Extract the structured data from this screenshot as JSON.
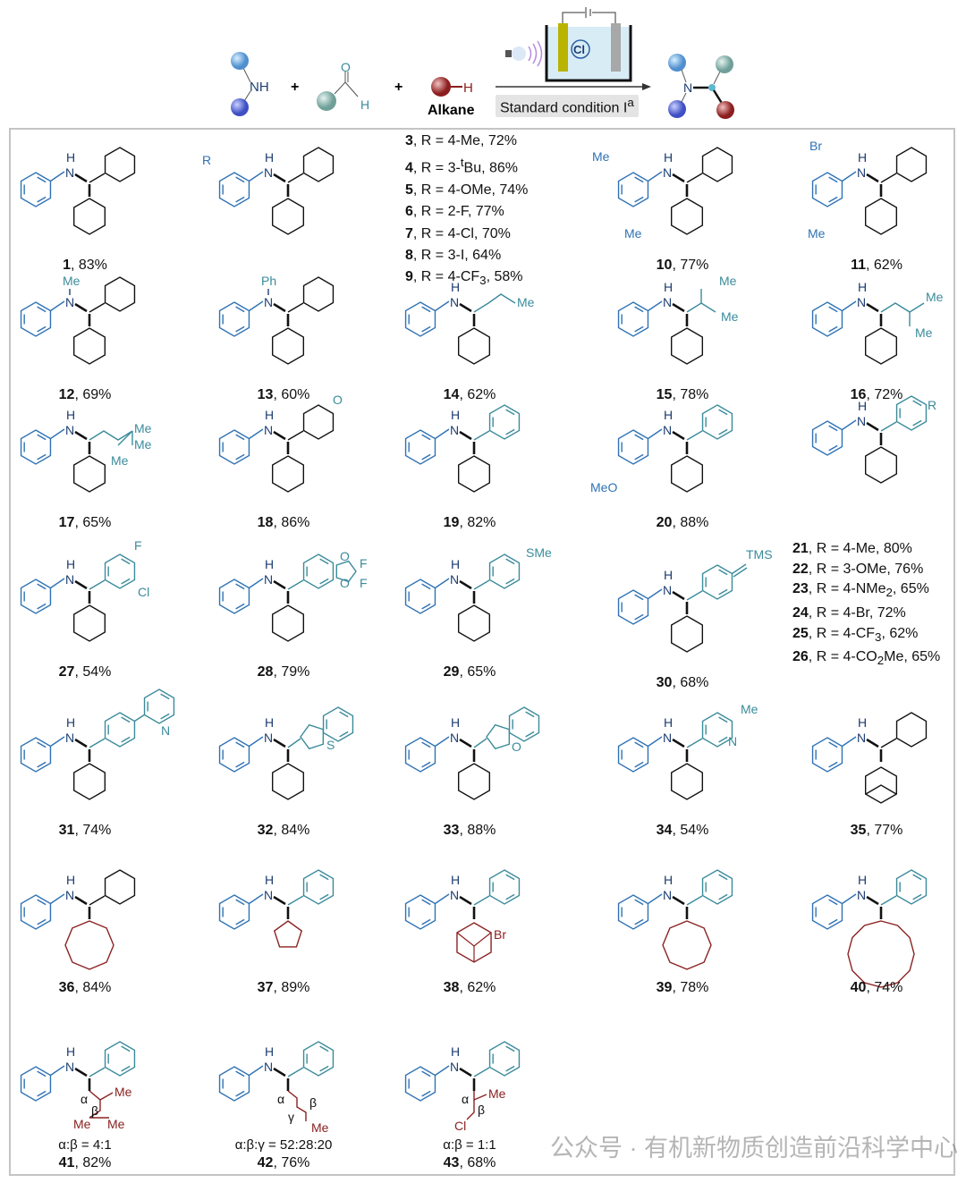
{
  "header": {
    "reagent1": "NH",
    "reagent2_o": "O",
    "reagent2_h": "H",
    "reagent3_h": "H",
    "alkane_label": "Alkane",
    "plus": "+",
    "catalyst": "Cl",
    "product_n": "N",
    "condition": "Standard condition I",
    "condition_sup": "a",
    "colors": {
      "amine": "#3f4fc4",
      "aldehyde": "#79aaa4",
      "alkane": "#8b1e1e",
      "cell_fill": "#d8ecf6",
      "anode": "#b8b400",
      "cathode": "#a8a8a8"
    }
  },
  "colors": {
    "phenyl": "#2f72b4",
    "nitrogen": "#1d3d70",
    "aryl": "#3b8b9b",
    "ring": "#111111",
    "red": "#8b2121",
    "dot": "#5cb8cf"
  },
  "compounds": [
    {
      "num": "1",
      "yld": ", 83%",
      "top": "cy",
      "bot": "6",
      "botColor": "#111111",
      "nsub": "H",
      "labels": []
    },
    {
      "num": "",
      "yld": "",
      "top": "cy",
      "bot": "6",
      "botColor": "#111111",
      "nsub": "H",
      "labels": [
        "R"
      ]
    },
    {
      "num": "10",
      "yld": ", 77%",
      "top": "cy",
      "bot": "6",
      "botColor": "#111111",
      "nsub": "H",
      "labels": [
        "Me",
        "Me"
      ]
    },
    {
      "num": "11",
      "yld": ", 62%",
      "top": "cy",
      "bot": "6",
      "botColor": "#111111",
      "nsub": "H",
      "labels": [
        "Br",
        "Me"
      ]
    },
    {
      "num": "12",
      "yld": ", 69%",
      "top": "cy",
      "bot": "6",
      "botColor": "#111111",
      "nsub": "Me",
      "labels": []
    },
    {
      "num": "13",
      "yld": ", 60%",
      "top": "cy",
      "bot": "6",
      "botColor": "#111111",
      "nsub": "Ph",
      "labels": []
    },
    {
      "num": "14",
      "yld": ", 62%",
      "top": "chain",
      "bot": "6",
      "botColor": "#111111",
      "nsub": "H",
      "labels": [
        "Me"
      ]
    },
    {
      "num": "15",
      "yld": ", 78%",
      "top": "chain",
      "bot": "6",
      "botColor": "#111111",
      "nsub": "H",
      "labels": [
        "Me",
        "Me"
      ]
    },
    {
      "num": "16",
      "yld": ", 72%",
      "top": "chain",
      "bot": "6",
      "botColor": "#111111",
      "nsub": "H",
      "labels": [
        "Me",
        "Me"
      ]
    },
    {
      "num": "17",
      "yld": ", 65%",
      "top": "chain",
      "bot": "6",
      "botColor": "#111111",
      "nsub": "H",
      "labels": [
        "Me",
        "Me",
        "Me"
      ]
    },
    {
      "num": "18",
      "yld": ", 86%",
      "top": "thp",
      "bot": "6",
      "botColor": "#111111",
      "nsub": "H",
      "labels": [
        "O"
      ]
    },
    {
      "num": "19",
      "yld": ", 82%",
      "top": "ph",
      "bot": "6",
      "botColor": "#111111",
      "nsub": "H",
      "labels": []
    },
    {
      "num": "20",
      "yld": ", 88%",
      "top": "ph",
      "bot": "6",
      "botColor": "#111111",
      "nsub": "H",
      "labels": [
        "MeO"
      ]
    },
    {
      "num": "",
      "yld": "",
      "top": "ph",
      "bot": "6",
      "botColor": "#111111",
      "nsub": "H",
      "labels": [
        "R"
      ]
    },
    {
      "num": "27",
      "yld": ", 54%",
      "top": "ph",
      "bot": "6",
      "botColor": "#111111",
      "nsub": "H",
      "labels": [
        "F",
        "Cl"
      ]
    },
    {
      "num": "28",
      "yld": ", 79%",
      "top": "dioxole",
      "bot": "6",
      "botColor": "#111111",
      "nsub": "H",
      "labels": [
        "O",
        "O",
        "F",
        "F"
      ]
    },
    {
      "num": "29",
      "yld": ", 65%",
      "top": "ph",
      "bot": "6",
      "botColor": "#111111",
      "nsub": "H",
      "labels": [
        "SMe"
      ]
    },
    {
      "num": "30",
      "yld": ", 68%",
      "top": "alkyne",
      "bot": "6",
      "botColor": "#111111",
      "nsub": "H",
      "labels": [
        "TMS"
      ]
    },
    {
      "num": "31",
      "yld": ", 74%",
      "top": "biaryl",
      "bot": "6",
      "botColor": "#111111",
      "nsub": "H",
      "labels": [
        "N"
      ]
    },
    {
      "num": "32",
      "yld": ", 84%",
      "top": "fused",
      "bot": "6",
      "botColor": "#111111",
      "nsub": "H",
      "labels": [
        "S"
      ]
    },
    {
      "num": "33",
      "yld": ", 88%",
      "top": "fused",
      "bot": "6",
      "botColor": "#111111",
      "nsub": "H",
      "labels": [
        "O"
      ]
    },
    {
      "num": "34",
      "yld": ", 54%",
      "top": "ph",
      "bot": "6",
      "botColor": "#111111",
      "nsub": "H",
      "labels": [
        "N",
        "Me"
      ]
    },
    {
      "num": "35",
      "yld": ", 77%",
      "top": "cy",
      "bot": "norbornane",
      "botColor": "#111111",
      "nsub": "H",
      "labels": []
    },
    {
      "num": "36",
      "yld": ", 84%",
      "top": "cy",
      "bot": "8",
      "botColor": "#8b2121",
      "nsub": "H",
      "labels": []
    },
    {
      "num": "37",
      "yld": ", 89%",
      "top": "ph",
      "bot": "5",
      "botColor": "#8b2121",
      "nsub": "H",
      "labels": []
    },
    {
      "num": "38",
      "yld": ", 62%",
      "top": "ph",
      "bot": "adamantane",
      "botColor": "#8b2121",
      "nsub": "H",
      "labels": [
        "Br"
      ]
    },
    {
      "num": "39",
      "yld": ", 78%",
      "top": "ph",
      "bot": "8",
      "botColor": "#8b2121",
      "nsub": "H",
      "labels": []
    },
    {
      "num": "40",
      "yld": ", 74%",
      "top": "ph",
      "bot": "12",
      "botColor": "#8b2121",
      "nsub": "H",
      "labels": []
    },
    {
      "num": "41",
      "yld": ", 82%",
      "top": "ph",
      "bot": "chain41",
      "botColor": "#8b2121",
      "nsub": "H",
      "labels": [
        "α",
        "β",
        "Me",
        "Me",
        "Me"
      ],
      "ratio": "α:β = 4:1"
    },
    {
      "num": "42",
      "yld": ", 76%",
      "top": "ph",
      "bot": "chain42",
      "botColor": "#8b2121",
      "nsub": "H",
      "labels": [
        "α",
        "β",
        "γ",
        "Me"
      ],
      "ratio": "α:β:γ = 52:28:20"
    },
    {
      "num": "43",
      "yld": ", 68%",
      "top": "ph",
      "bot": "chain43",
      "botColor": "#8b2121",
      "nsub": "H",
      "labels": [
        "α",
        "β",
        "Me",
        "Cl"
      ],
      "ratio": "α:β = 1:1"
    }
  ],
  "list_a": [
    {
      "num": "3",
      "a": ", R = 4-Me, 72%",
      "s": "",
      "b": ""
    },
    {
      "num": "4",
      "a": ", R = 3-",
      "sup": "t",
      "b": "Bu, 86%"
    },
    {
      "num": "5",
      "a": ", R = 4-OMe, 74%",
      "b": ""
    },
    {
      "num": "6",
      "a": ", R = 2-F, 77%",
      "b": ""
    },
    {
      "num": "7",
      "a": ", R = 4-Cl, 70%",
      "b": ""
    },
    {
      "num": "8",
      "a": ", R = 3-I, 64%",
      "b": ""
    },
    {
      "num": "9",
      "a": ", R = 4-CF",
      "sub": "3",
      "b": ", 58%"
    }
  ],
  "list_b": [
    {
      "num": "21",
      "a": ", R = 4-Me, 80%",
      "b": ""
    },
    {
      "num": "22",
      "a": ", R = 3-OMe, 76%",
      "b": ""
    },
    {
      "num": "23",
      "a": ", R = 4-NMe",
      "sub": "2",
      "b": ", 65%"
    },
    {
      "num": "24",
      "a": ", R = 4-Br, 72%",
      "b": ""
    },
    {
      "num": "25",
      "a": ", R = 4-CF",
      "sub": "3",
      "b": ", 62%"
    },
    {
      "num": "26",
      "a": ", R = 4-CO",
      "sub": "2",
      "b": "Me, 65%"
    }
  ],
  "watermark": "公众号 · 有机新物质创造前沿科学中心"
}
